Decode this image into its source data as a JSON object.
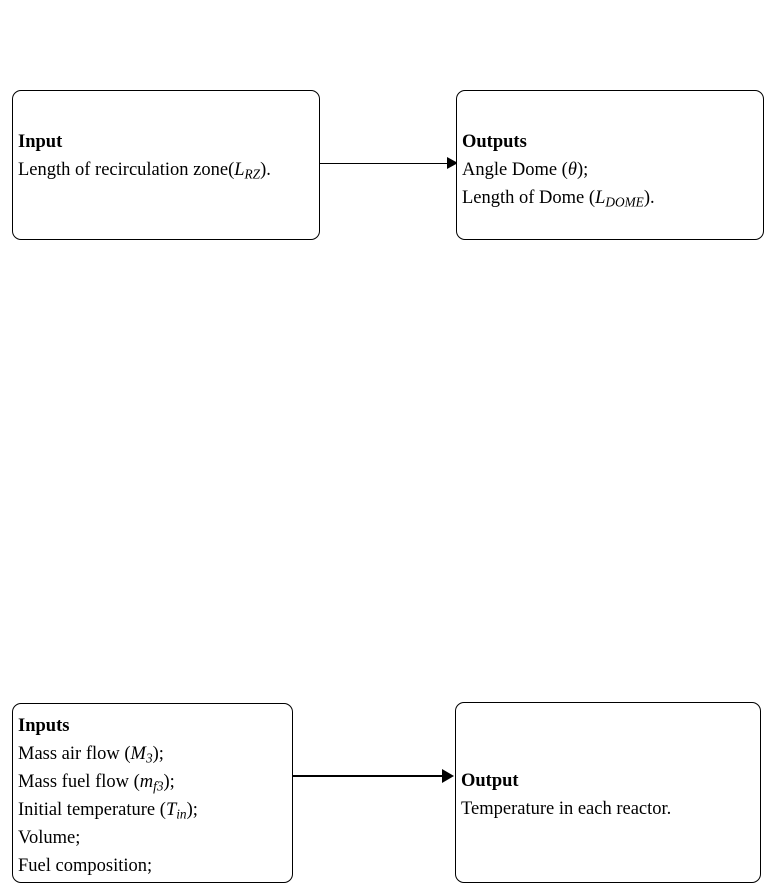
{
  "diagram": {
    "type": "flow-diagram",
    "background_color": "#ffffff",
    "line_color": "#000000",
    "blocks": [
      {
        "id": "input-rz",
        "role": "input",
        "heading": "Input",
        "lines": [
          {
            "prefix": "Length of recirculation zone(",
            "symbol": "L",
            "subscript": "RZ",
            "suffix": ")."
          }
        ]
      },
      {
        "id": "outputs-dome",
        "role": "output",
        "heading": "Outputs",
        "lines": [
          {
            "prefix": "Angle Dome (",
            "symbol": "θ",
            "subscript": "",
            "suffix": ");"
          },
          {
            "prefix": "Length of Dome (",
            "symbol": "L",
            "subscript": "DOME",
            "suffix": ")."
          }
        ]
      },
      {
        "id": "inputs-reactor",
        "role": "input",
        "heading": "Inputs",
        "lines": [
          {
            "prefix": "Mass air flow (",
            "symbol": "M",
            "subscript": "3",
            "suffix": ");"
          },
          {
            "prefix": "Mass fuel flow (",
            "symbol": "m",
            "subscript": "f3",
            "suffix": ");"
          },
          {
            "prefix": "Initial temperature (",
            "symbol": "T",
            "subscript": "in",
            "suffix": ");"
          },
          {
            "prefix": "Volume;",
            "symbol": "",
            "subscript": "",
            "suffix": ""
          },
          {
            "prefix": "Fuel composition;",
            "symbol": "",
            "subscript": "",
            "suffix": ""
          }
        ]
      },
      {
        "id": "output-reactor",
        "role": "output",
        "heading": "Output",
        "lines": [
          {
            "prefix": "Temperature in each reactor.",
            "symbol": "",
            "subscript": "",
            "suffix": ""
          }
        ]
      }
    ],
    "connectors": [
      {
        "id": "arrow-top",
        "from": "input-rz",
        "to": "outputs-dome",
        "direction": "right"
      },
      {
        "id": "arrow-bottom",
        "from": "inputs-reactor",
        "to": "output-reactor",
        "direction": "right"
      }
    ]
  }
}
